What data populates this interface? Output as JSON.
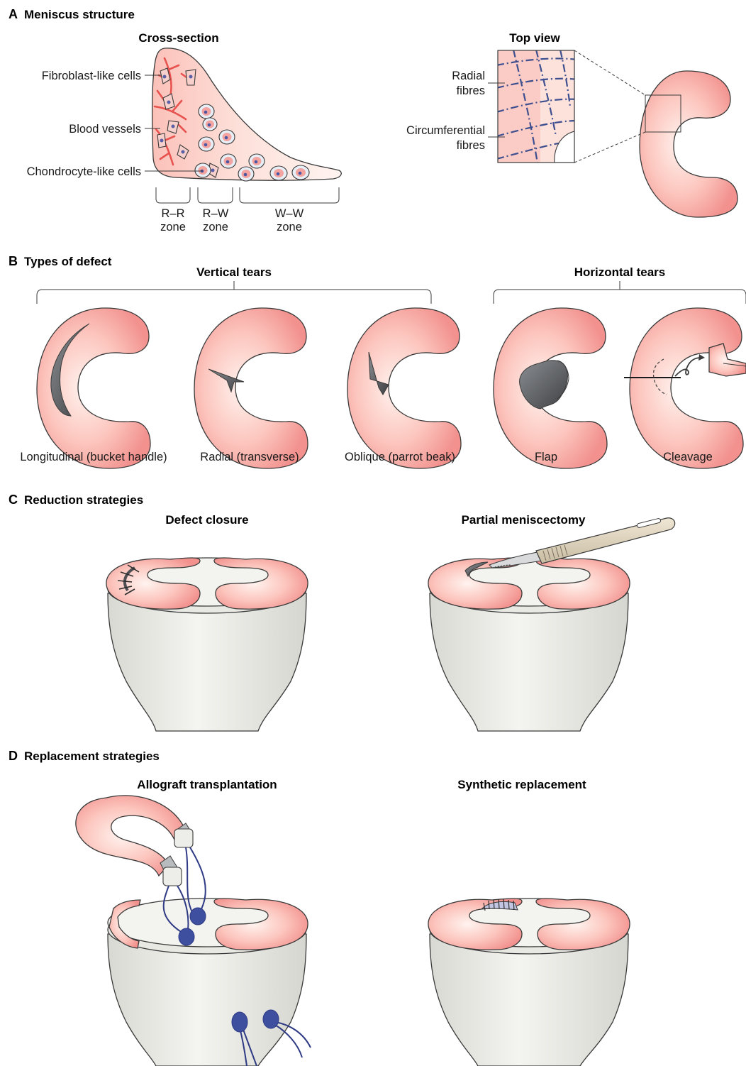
{
  "sections": {
    "a": {
      "letter": "A",
      "title": "Meniscus structure"
    },
    "b": {
      "letter": "B",
      "title": "Types of defect"
    },
    "c": {
      "letter": "C",
      "title": "Reduction strategies"
    },
    "d": {
      "letter": "D",
      "title": "Replacement strategies"
    }
  },
  "structure": {
    "cross_section_title": "Cross-section",
    "top_view_title": "Top view",
    "labels": {
      "fibroblast": "Fibroblast-like cells",
      "vessels": "Blood vessels",
      "chondrocyte": "Chondrocyte-like cells"
    },
    "zones": [
      {
        "line1": "R–R",
        "line2": "zone"
      },
      {
        "line1": "R–W",
        "line2": "zone"
      },
      {
        "line1": "W–W",
        "line2": "zone"
      }
    ],
    "fibres": {
      "radial_1": "Radial",
      "radial_2": "fibres",
      "circ_1": "Circumferential",
      "circ_2": "fibres"
    }
  },
  "defects": {
    "vertical_title": "Vertical tears",
    "horizontal_title": "Horizontal tears",
    "items": [
      "Longitudinal (bucket handle)",
      "Radial (transverse)",
      "Oblique (parrot beak)",
      "Flap",
      "Cleavage"
    ]
  },
  "reduction": {
    "closure_title": "Defect closure",
    "meniscectomy_title": "Partial meniscectomy"
  },
  "replacement": {
    "allograft_title": "Allograft transplantation",
    "synthetic_title": "Synthetic replacement"
  },
  "colors": {
    "meniscus_edge": "#f59a98",
    "meniscus_center": "#fff0ec",
    "fibre": "#3d4f8f",
    "vessel": "#e8524f",
    "tear": "#4d4f52",
    "bone": "#ecece8",
    "suture": "#2e3a84",
    "graft": "#c2c6e2"
  }
}
